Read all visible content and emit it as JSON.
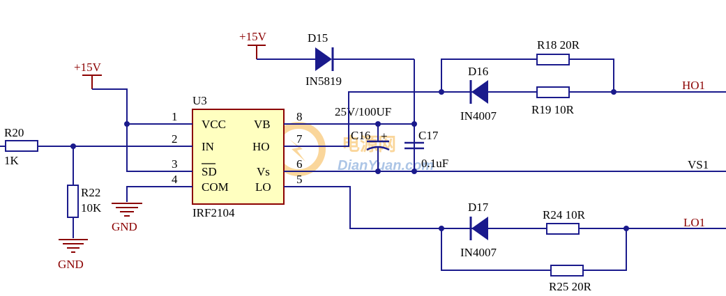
{
  "colors": {
    "wire": "#1a1a8c",
    "power": "#8b0000",
    "ic_fill": "#ffffc0",
    "ic_border": "#8b0000",
    "resistor_fill": "#ffffff",
    "diode_fill": "#1a1a8c",
    "watermark": "#f5a623",
    "watermark_blue": "#4a7fc8"
  },
  "ic": {
    "ref": "U3",
    "part": "IRF2104",
    "pins_left": [
      {
        "num": "1",
        "name": "VCC"
      },
      {
        "num": "2",
        "name": "IN"
      },
      {
        "num": "3",
        "name": "SD"
      },
      {
        "num": "4",
        "name": "COM"
      }
    ],
    "pins_right": [
      {
        "num": "8",
        "name": "VB"
      },
      {
        "num": "7",
        "name": "HO"
      },
      {
        "num": "6",
        "name": "Vs"
      },
      {
        "num": "5",
        "name": "LO"
      }
    ]
  },
  "power": {
    "vcc1": "+15V",
    "vcc2": "+15V",
    "gnd1": "GND",
    "gnd2": "GND"
  },
  "components": {
    "r20": {
      "ref": "R20",
      "value": "1K"
    },
    "r22": {
      "ref": "R22",
      "value": "10K"
    },
    "d15": {
      "ref": "D15",
      "value": "IN5819"
    },
    "d16": {
      "ref": "D16",
      "value": "IN4007"
    },
    "d17": {
      "ref": "D17",
      "value": "IN4007"
    },
    "r18": {
      "label": "R18 20R"
    },
    "r19": {
      "label": "R19 10R"
    },
    "r24": {
      "label": "R24 10R"
    },
    "r25": {
      "label": "R25  20R"
    },
    "c16": {
      "ref": "C16",
      "value": "25V/100UF",
      "plus": "+"
    },
    "c17": {
      "ref": "C17",
      "value": "0.1uF"
    }
  },
  "nets": {
    "ho1": "HO1",
    "vs1": "VS1",
    "lo1": "LO1"
  },
  "watermark": {
    "cn": "电源网",
    "en": "DianYuan.com"
  }
}
